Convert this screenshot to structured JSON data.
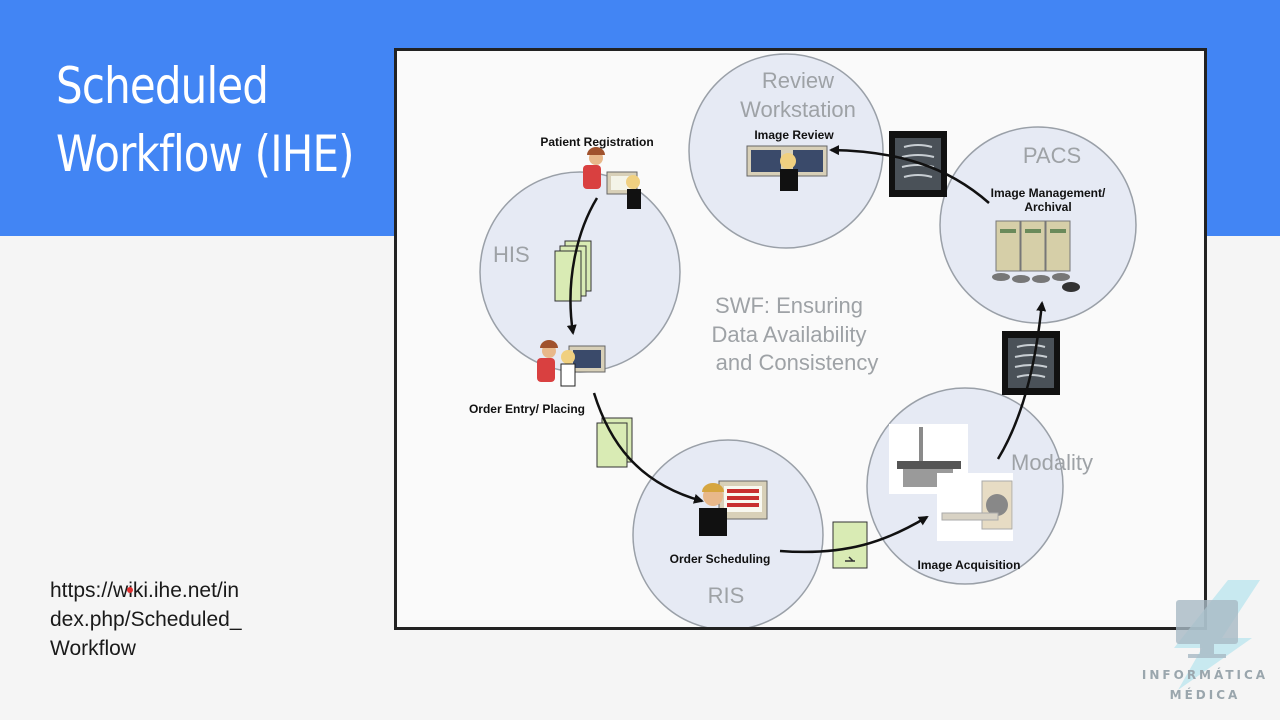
{
  "slide": {
    "title_line1": "Scheduled",
    "title_line2": "Workflow (IHE)",
    "source_url": "https://wiki.ihe.net/index.php/Scheduled_Workflow"
  },
  "diagram": {
    "center_line1": "SWF: Ensuring",
    "center_line2": "Data Availability",
    "center_line3": "and Consistency",
    "his": {
      "name": "HIS",
      "step1": "Patient Registration",
      "step2": "Order Entry/ Placing"
    },
    "ris": {
      "name": "RIS",
      "step": "Order Scheduling"
    },
    "modality": {
      "name": "Modality",
      "step": "Image Acquisition"
    },
    "pacs": {
      "name": "PACS",
      "step_line1": "Image Management/",
      "step_line2": "Archival"
    },
    "review": {
      "name_line1": "Review",
      "name_line2": "Workstation",
      "step": "Image Review"
    }
  },
  "logo": {
    "line1": "INFORMÁTICA",
    "line2": "MÉDICA"
  },
  "colors": {
    "banner": "#4285f4",
    "circle_fill": "#e6eaf4",
    "document_fill": "#d9ebb4",
    "arrow": "#111111"
  }
}
